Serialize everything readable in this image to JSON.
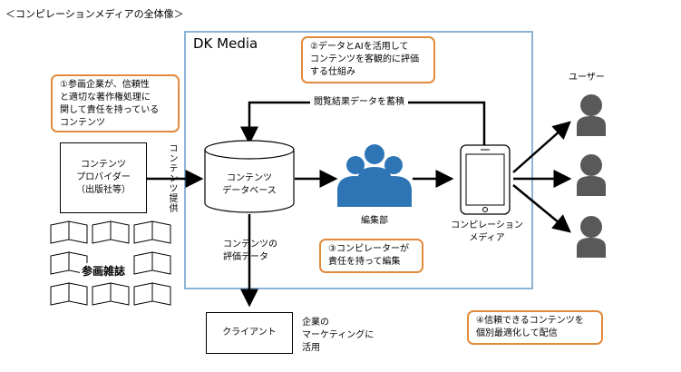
{
  "title": "＜コンピレーションメディアの全体像＞",
  "media": {
    "label": "DK Media"
  },
  "notes": {
    "n1": [
      "①参画企業が、信頼性",
      "と適切な著作権処理に",
      "関して責任を持っている",
      "コンテンツ"
    ],
    "n2": [
      "②データとAIを活用して",
      "コンテンツを客観的に評価",
      "する仕組み"
    ],
    "n3": [
      "③コンピレーターが",
      "責任を持って編集"
    ],
    "n4": [
      "④信頼できるコンテンツを",
      "個別最適化して配信"
    ]
  },
  "provider": {
    "lines": [
      "コンテンツ",
      "プロバイダー",
      "（出版社等）"
    ]
  },
  "provide_label": "コンテンツ提供",
  "magazines_label": "参画雑誌",
  "database": {
    "lines": [
      "コンテンツ",
      "データベース"
    ]
  },
  "accumulate_label": "閲覧結果データを蓄積",
  "editorial": {
    "label": "編集部"
  },
  "device": {
    "lines": [
      "コンピレーション",
      "メディア"
    ]
  },
  "users_label": "ユーザー",
  "eval_label": [
    "コンテンツの",
    "評価データ"
  ],
  "client": {
    "label": "クライアント"
  },
  "client_use": [
    "企業の",
    "マーケティングに",
    "活用"
  ],
  "colors": {
    "accent_blue": "#2e75b6",
    "note_border": "#e28a3b",
    "frame_blue": "#8db3d6",
    "user_gray": "#595959"
  }
}
